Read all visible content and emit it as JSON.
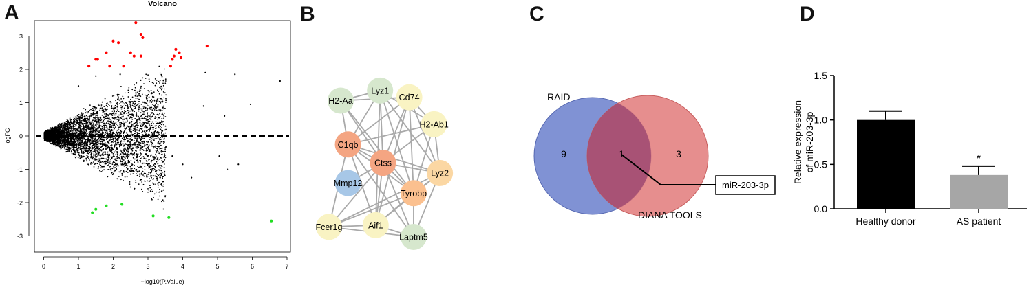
{
  "panels": {
    "a": {
      "letter": "A"
    },
    "b": {
      "letter": "B"
    },
    "c": {
      "letter": "C"
    },
    "d": {
      "letter": "D"
    }
  },
  "chart_data": [
    {
      "type": "scatter",
      "title": "Volcano",
      "xlabel": "−log10(P.Value)",
      "ylabel": "logFC",
      "xlim": [
        0,
        7
      ],
      "ylim": [
        -3.4,
        3.4
      ],
      "xticks": [
        0,
        1,
        2,
        3,
        4,
        5,
        6,
        7
      ],
      "yticks": [
        -3,
        -2,
        -1,
        0,
        1,
        2,
        3
      ],
      "reference_line": {
        "y": 0,
        "style": "dashed"
      },
      "grid": false,
      "legend": "none",
      "series": [
        {
          "color": "#ff0000",
          "points": [
            [
              1.3,
              2.1
            ],
            [
              1.5,
              2.3
            ],
            [
              1.55,
              2.3
            ],
            [
              1.8,
              2.5
            ],
            [
              1.9,
              2.1
            ],
            [
              2.0,
              2.85
            ],
            [
              2.15,
              2.8
            ],
            [
              2.3,
              2.1
            ],
            [
              2.5,
              2.5
            ],
            [
              2.6,
              2.4
            ],
            [
              2.65,
              3.4
            ],
            [
              2.8,
              2.4
            ],
            [
              2.8,
              3.05
            ],
            [
              2.85,
              2.95
            ],
            [
              3.65,
              2.1
            ],
            [
              3.7,
              2.3
            ],
            [
              3.75,
              2.4
            ],
            [
              3.8,
              2.6
            ],
            [
              3.9,
              2.5
            ],
            [
              3.95,
              2.35
            ],
            [
              4.7,
              2.7
            ]
          ]
        },
        {
          "color": "#22dd22",
          "points": [
            [
              1.4,
              -2.3
            ],
            [
              1.5,
              -2.2
            ],
            [
              1.8,
              -2.1
            ],
            [
              2.25,
              -2.05
            ],
            [
              3.15,
              -2.4
            ],
            [
              3.6,
              -2.45
            ],
            [
              6.55,
              -2.55
            ]
          ]
        },
        {
          "color": "#000000",
          "points": [
            [
              4.65,
              1.9
            ],
            [
              5.5,
              1.85
            ],
            [
              6.8,
              1.65
            ],
            [
              5.95,
              0.95
            ],
            [
              4.6,
              0.9
            ],
            [
              5.2,
              0.6
            ],
            [
              5.05,
              -0.6
            ],
            [
              4.25,
              -1.25
            ],
            [
              4.0,
              -0.85
            ],
            [
              3.7,
              -0.6
            ],
            [
              5.6,
              -0.85
            ],
            [
              5.3,
              -1.0
            ],
            [
              3.5,
              -1.8
            ],
            [
              2.2,
              1.85
            ],
            [
              1.5,
              1.8
            ],
            [
              1.0,
              1.5
            ]
          ]
        }
      ]
    },
    {
      "type": "network",
      "nodes": [
        {
          "id": "Lyz1",
          "label": "Lyz1",
          "color": "#d6e7cd",
          "x": 0.35,
          "y": 0.13
        },
        {
          "id": "H2-Aa",
          "label": "H2-Aa",
          "color": "#d6e7cd",
          "x": 0.08,
          "y": 0.19
        },
        {
          "id": "Cd74",
          "label": "Cd74",
          "color": "#f9f3c3",
          "x": 0.55,
          "y": 0.17
        },
        {
          "id": "H2-Ab1",
          "label": "H2-Ab1",
          "color": "#f9f3c3",
          "x": 0.72,
          "y": 0.33
        },
        {
          "id": "C1qb",
          "label": "C1qb",
          "color": "#f4a582",
          "x": 0.13,
          "y": 0.45
        },
        {
          "id": "Ctss",
          "label": "Ctss",
          "color": "#f4a582",
          "x": 0.37,
          "y": 0.56
        },
        {
          "id": "Lyz2",
          "label": "Lyz2",
          "color": "#fbd7a3",
          "x": 0.76,
          "y": 0.62
        },
        {
          "id": "Mmp12",
          "label": "Mmp12",
          "color": "#a7c7e7",
          "x": 0.13,
          "y": 0.68
        },
        {
          "id": "Tyrobp",
          "label": "Tyrobp",
          "color": "#fbc08f",
          "x": 0.58,
          "y": 0.74
        },
        {
          "id": "Fcer1g",
          "label": "Fcer1g",
          "color": "#f9f3c3",
          "x": 0.0,
          "y": 0.94
        },
        {
          "id": "Aif1",
          "label": "Aif1",
          "color": "#f9f3c3",
          "x": 0.32,
          "y": 0.93
        },
        {
          "id": "Laptm5",
          "label": "Laptm5",
          "color": "#d6e7cd",
          "x": 0.58,
          "y": 1.0
        }
      ],
      "edges": [
        [
          "H2-Aa",
          "Lyz1"
        ],
        [
          "H2-Aa",
          "Cd74"
        ],
        [
          "H2-Aa",
          "C1qb"
        ],
        [
          "H2-Aa",
          "Ctss"
        ],
        [
          "H2-Aa",
          "Tyrobp"
        ],
        [
          "Lyz1",
          "C1qb"
        ],
        [
          "Lyz1",
          "Ctss"
        ],
        [
          "Lyz1",
          "Lyz2"
        ],
        [
          "Lyz1",
          "Aif1"
        ],
        [
          "Lyz1",
          "Tyrobp"
        ],
        [
          "Lyz1",
          "H2-Ab1"
        ],
        [
          "Cd74",
          "H2-Ab1"
        ],
        [
          "Cd74",
          "C1qb"
        ],
        [
          "Cd74",
          "Ctss"
        ],
        [
          "Cd74",
          "Lyz2"
        ],
        [
          "Cd74",
          "Tyrobp"
        ],
        [
          "Cd74",
          "Aif1"
        ],
        [
          "H2-Ab1",
          "C1qb"
        ],
        [
          "H2-Ab1",
          "Ctss"
        ],
        [
          "H2-Ab1",
          "Lyz2"
        ],
        [
          "H2-Ab1",
          "Tyrobp"
        ],
        [
          "C1qb",
          "Ctss"
        ],
        [
          "C1qb",
          "Lyz2"
        ],
        [
          "C1qb",
          "Tyrobp"
        ],
        [
          "C1qb",
          "Aif1"
        ],
        [
          "C1qb",
          "Fcer1g"
        ],
        [
          "C1qb",
          "Laptm5"
        ],
        [
          "Ctss",
          "Lyz2"
        ],
        [
          "Ctss",
          "Tyrobp"
        ],
        [
          "Ctss",
          "Aif1"
        ],
        [
          "Ctss",
          "Fcer1g"
        ],
        [
          "Ctss",
          "Laptm5"
        ],
        [
          "Ctss",
          "Mmp12"
        ],
        [
          "Lyz2",
          "Tyrobp"
        ],
        [
          "Lyz2",
          "Aif1"
        ],
        [
          "Lyz2",
          "Laptm5"
        ],
        [
          "Lyz2",
          "Fcer1g"
        ],
        [
          "Tyrobp",
          "Aif1"
        ],
        [
          "Tyrobp",
          "Fcer1g"
        ],
        [
          "Tyrobp",
          "Laptm5"
        ],
        [
          "Aif1",
          "Fcer1g"
        ],
        [
          "Aif1",
          "Laptm5"
        ],
        [
          "Fcer1g",
          "Laptm5"
        ]
      ]
    },
    {
      "type": "venn",
      "sets": [
        {
          "name": "RAID",
          "count": "9",
          "color": "#6a7fcc"
        },
        {
          "name": "DIANA TOOLS",
          "count": "3",
          "color": "#e27a7a"
        }
      ],
      "intersection": {
        "count": "1",
        "callout": "miR-203-3p"
      }
    },
    {
      "type": "bar",
      "title": "",
      "xlabel": "",
      "ylabel": "Relative expression\nof miR-203-3p",
      "categories": [
        "Healthy donor",
        "AS patient"
      ],
      "values": [
        1.0,
        0.38
      ],
      "errors": [
        0.1,
        0.1
      ],
      "colors": [
        "#000000",
        "#a6a6a6"
      ],
      "annotations": [
        "",
        "*"
      ],
      "ylim": [
        0,
        1.5
      ],
      "yticks": [
        "0.0",
        "0.5",
        "1.0",
        "1.5"
      ],
      "grid": false
    }
  ]
}
